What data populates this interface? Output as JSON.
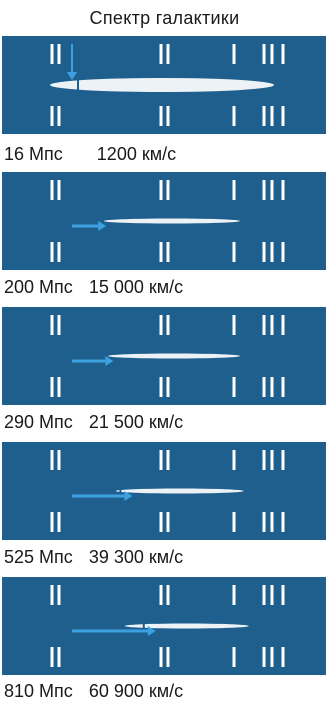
{
  "title": "Спектр галактики",
  "colors": {
    "panel_bg": "#1f5f8e",
    "line": "#ffffff",
    "arrow": "#3da0e0"
  },
  "spectra": [
    {
      "distance": "16 Мпс",
      "velocity": "1200 км/с",
      "shift": 0.0
    },
    {
      "distance": "200 Мпс",
      "velocity": "15 000 км/с",
      "shift": 0.05
    },
    {
      "distance": "290 Мпс",
      "velocity": "21 500 км/с",
      "shift": 0.072
    },
    {
      "distance": "525 Мпс",
      "velocity": "39 300 км/с",
      "shift": 0.131
    },
    {
      "distance": "810 Мпс",
      "velocity": "60 900 км/с",
      "shift": 0.203
    }
  ]
}
